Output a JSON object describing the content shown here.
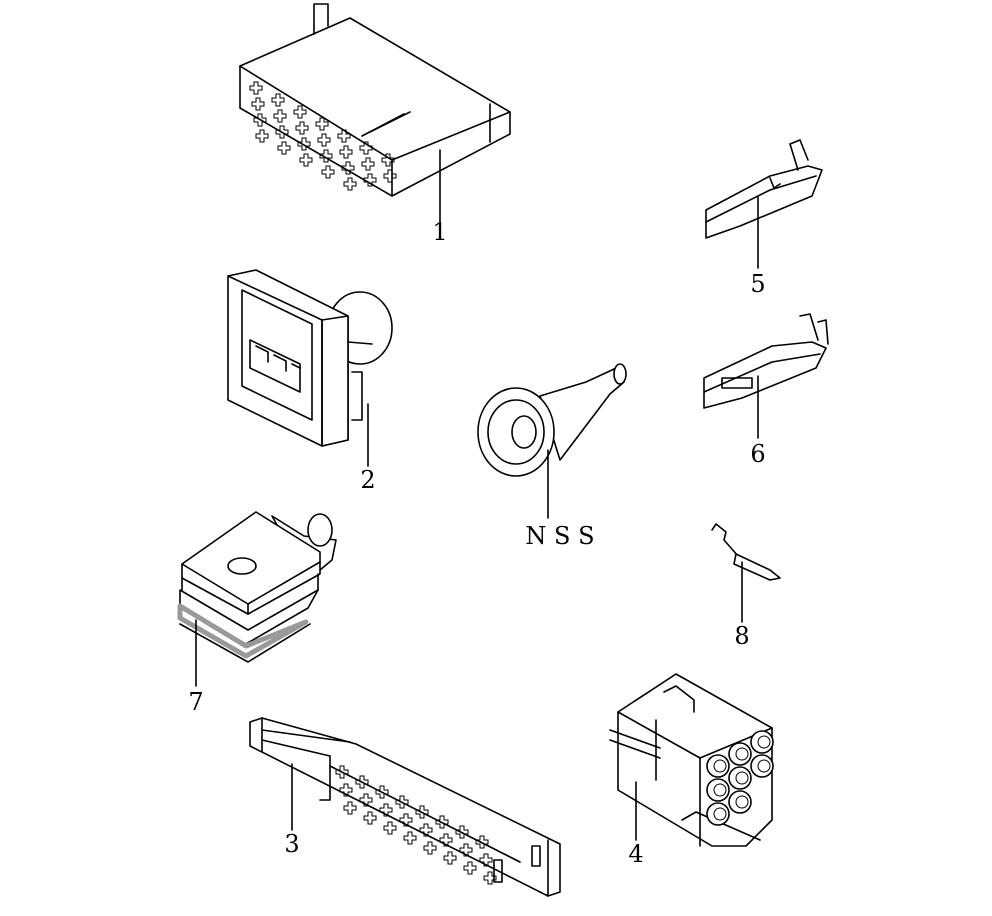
{
  "parts": [
    {
      "id": "part-1",
      "callout": "1"
    },
    {
      "id": "part-2",
      "callout": "2"
    },
    {
      "id": "part-3",
      "callout": "3"
    },
    {
      "id": "part-4",
      "callout": "4"
    },
    {
      "id": "part-5",
      "callout": "5"
    },
    {
      "id": "part-6",
      "callout": "6"
    },
    {
      "id": "part-7",
      "callout": "7"
    },
    {
      "id": "part-8",
      "callout": "8"
    },
    {
      "id": "part-nss",
      "callout": "N S S"
    }
  ],
  "colors": {
    "line": "#000000",
    "background": "#ffffff",
    "seal_band": "#999999"
  }
}
